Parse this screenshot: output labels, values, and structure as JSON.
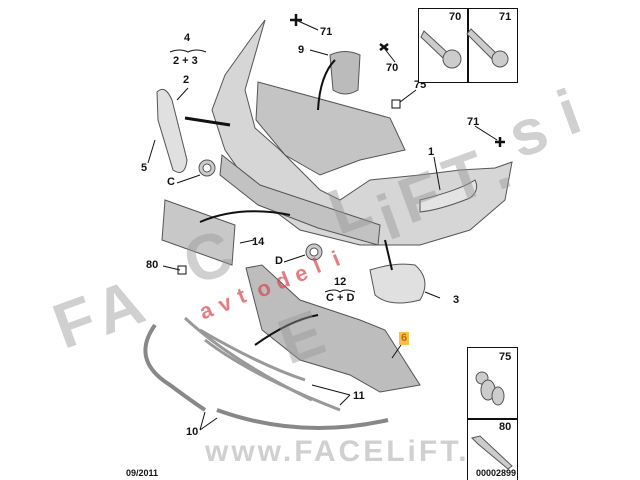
{
  "diagram": {
    "callouts": {
      "p4": "4",
      "p2p3": "2 + 3",
      "p71a": "71",
      "p9": "9",
      "p70": "70",
      "p75": "75",
      "p2": "2",
      "p71b": "71",
      "p5": "5",
      "p1": "1",
      "pC": "C",
      "p14": "14",
      "p80": "80",
      "pD": "D",
      "p12": "12",
      "pCD": "C + D",
      "p3": "3",
      "p6": "6",
      "p11": "11",
      "p10": "10"
    },
    "inset_top": {
      "left": "70",
      "right": "71"
    },
    "inset_bottom": {
      "top": "75",
      "bottom": "80"
    },
    "date": "09/2011",
    "diagram_number": "00002899",
    "highlight_color": "#f6c04a"
  },
  "watermark": {
    "main": "FACELiFT.si",
    "red": "avtodeli",
    "url": "www.FACELiFT.si"
  }
}
